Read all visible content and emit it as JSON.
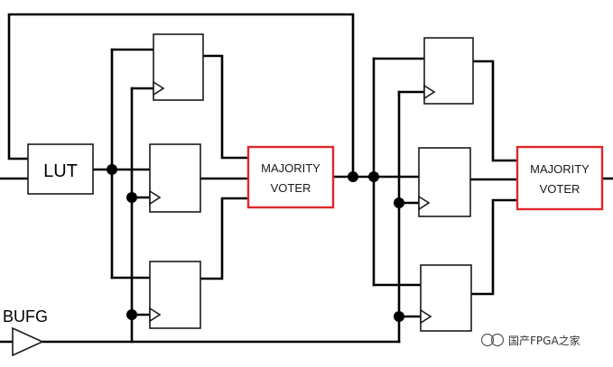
{
  "lut": {
    "label": "LUT"
  },
  "voter_1": {
    "line1": "MAJORITY",
    "line2": "VOTER"
  },
  "voter_2": {
    "line1": "MAJORITY",
    "line2": "VOTER"
  },
  "bufg": {
    "label": "BUFG"
  },
  "watermark": {
    "text": "国产FPGA之家",
    "icon": "wechat-channel-icon"
  },
  "colors": {
    "wire": "#000000",
    "voter_border": "#e0262b",
    "box_border": "#1a1a1a",
    "background": "#ffffff"
  }
}
